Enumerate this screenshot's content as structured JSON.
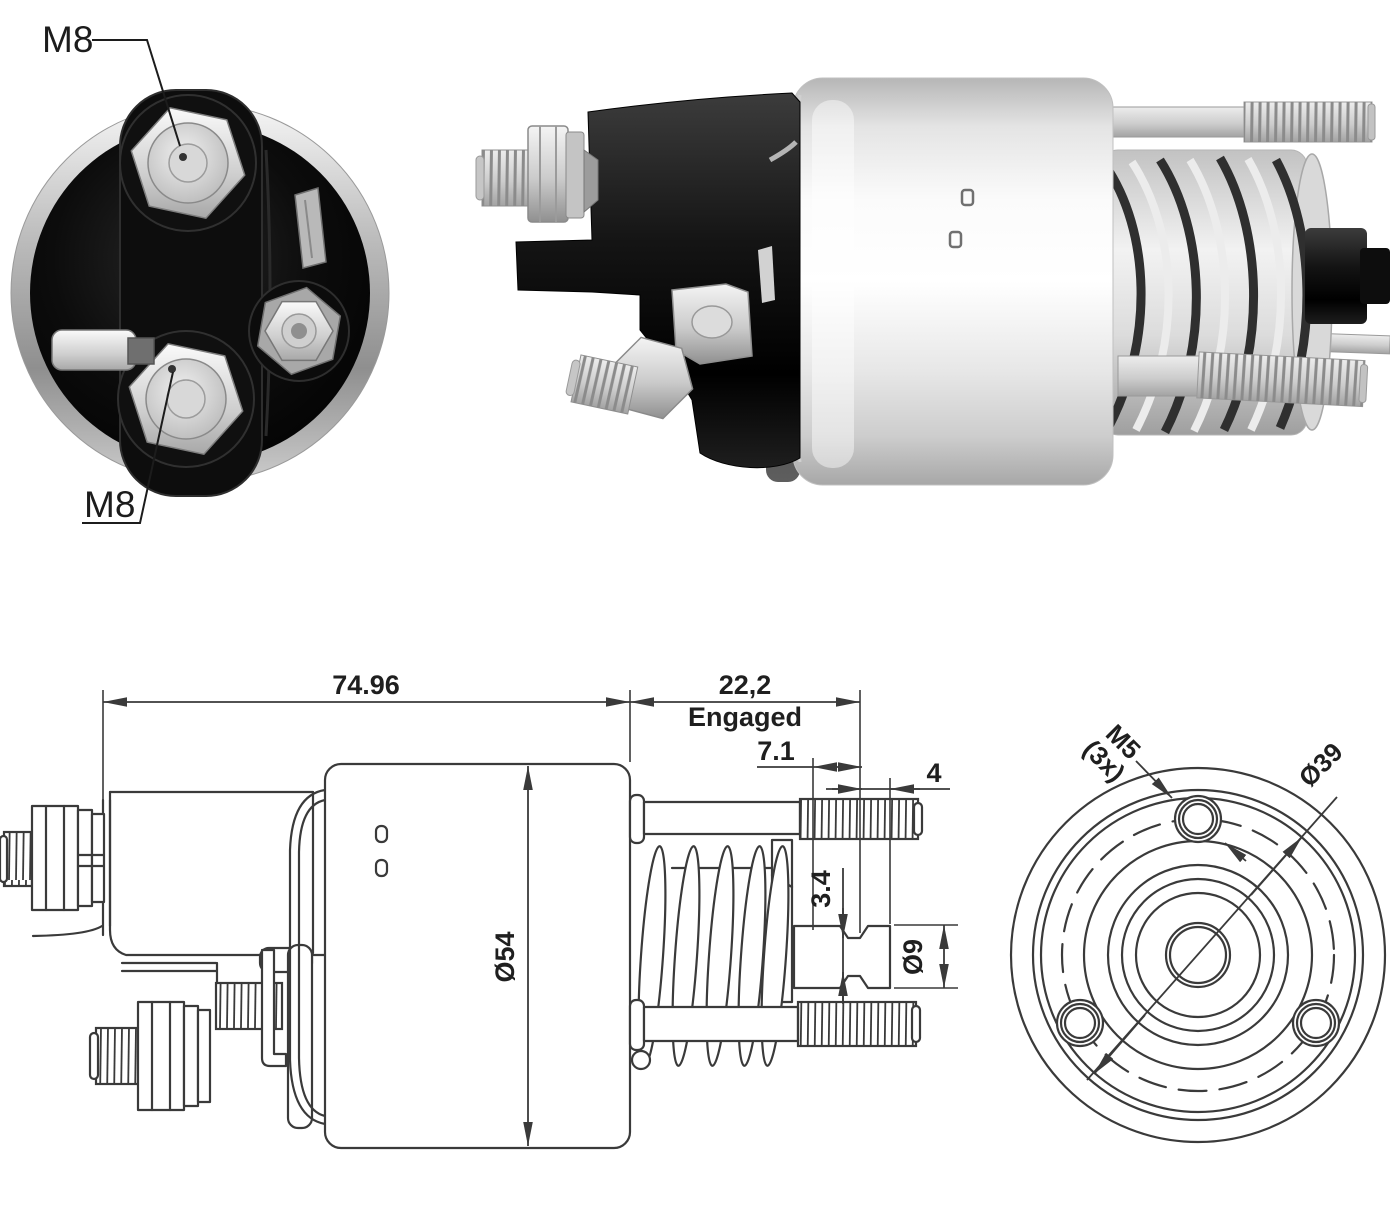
{
  "end_view_photo": {
    "terminal_label_top": "M8",
    "terminal_label_bottom": "M8"
  },
  "side_view_drawing": {
    "overall_length": "74.96",
    "engaged_length": "22,2",
    "engaged_caption": "Engaged",
    "unthreaded_length": "7.1",
    "thread_tip_length": "4",
    "groove_width": "3.4",
    "body_diameter": "Ø54",
    "groove_diameter": "Ø9"
  },
  "mounting_view_drawing": {
    "mount_thread": "M5",
    "mount_thread_count": "(3x)",
    "boss_diameter": "Ø39"
  },
  "style": {
    "line_color": "#3a3a3a",
    "text_color": "#1f1f1f",
    "background": "#ffffff"
  }
}
